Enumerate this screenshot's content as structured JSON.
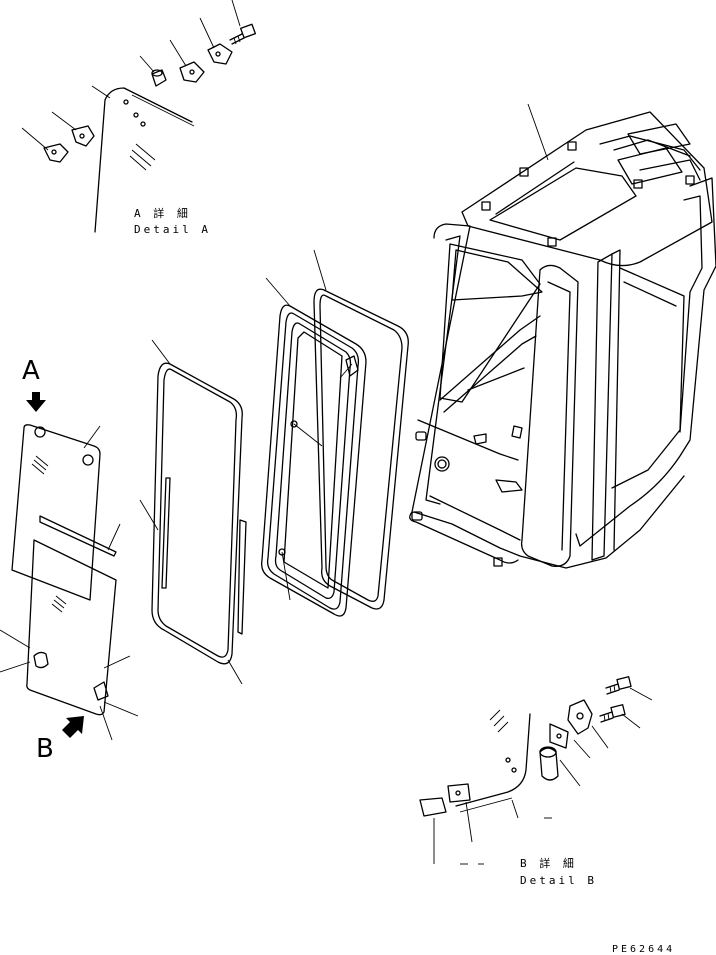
{
  "labels": {
    "view_a_letter": "A",
    "view_b_letter": "B",
    "detail_a_jp": "A 詳 細",
    "detail_a_en": "Detail A",
    "detail_b_jp": "B 詳 細",
    "detail_b_en": "Detail B",
    "drawing_number": "PE62644"
  }
}
